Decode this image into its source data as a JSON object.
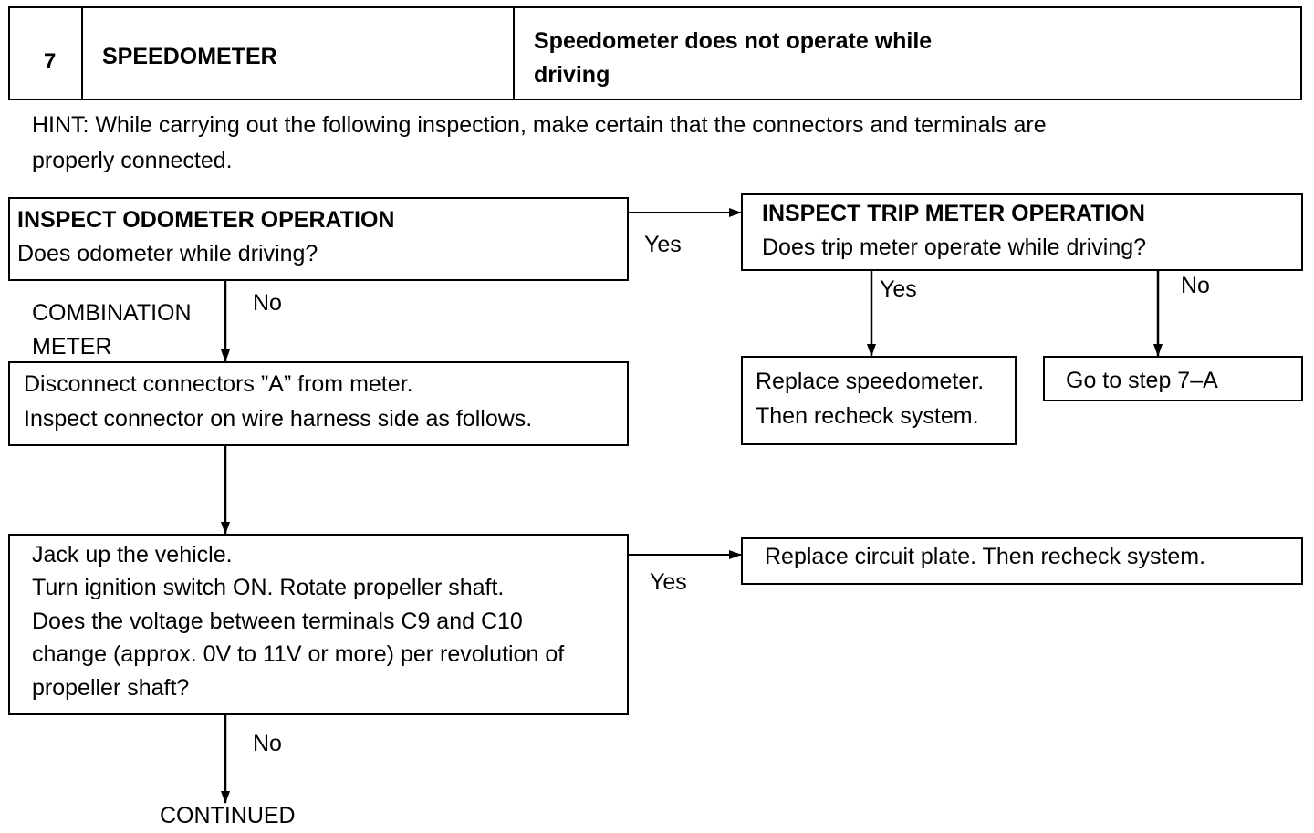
{
  "header": {
    "step_number": "7",
    "title": "SPEEDOMETER",
    "symptom_line1": "Speedometer does not operate while",
    "symptom_line2": "driving"
  },
  "hint": {
    "line1": "HINT: While carrying out the following inspection, make certain that the connectors and terminals are",
    "line2": "properly connected."
  },
  "steps": {
    "odometer": {
      "title": "INSPECT ODOMETER OPERATION",
      "question": "Does odometer while driving?"
    },
    "trip_meter": {
      "title": "INSPECT TRIP METER OPERATION",
      "question": "Does trip meter operate while driving?"
    },
    "replace_speedometer": {
      "line1": "Replace speedometer.",
      "line2": "Then recheck system."
    },
    "go_to_step": {
      "text": "Go to step 7–A"
    },
    "disconnect": {
      "line1": "Disconnect connectors ”A” from meter.",
      "line2": "Inspect connector on wire harness side as follows."
    },
    "jack_up": {
      "line1": "Jack up the vehicle.",
      "line2": "Turn ignition switch ON. Rotate propeller shaft.",
      "line3": "Does the voltage between terminals C9 and C10",
      "line4": "change (approx. 0V to 11V or more) per revolution of",
      "line5": "propeller shaft?"
    },
    "replace_circuit": {
      "text": "Replace circuit plate. Then recheck system."
    }
  },
  "labels": {
    "yes_odometer": "Yes",
    "no_odometer": "No",
    "yes_trip": "Yes",
    "no_trip": "No",
    "yes_voltage": "Yes",
    "no_voltage": "No",
    "combination_line1": "COMBINATION",
    "combination_line2": "METER",
    "continued": "CONTINUED"
  }
}
